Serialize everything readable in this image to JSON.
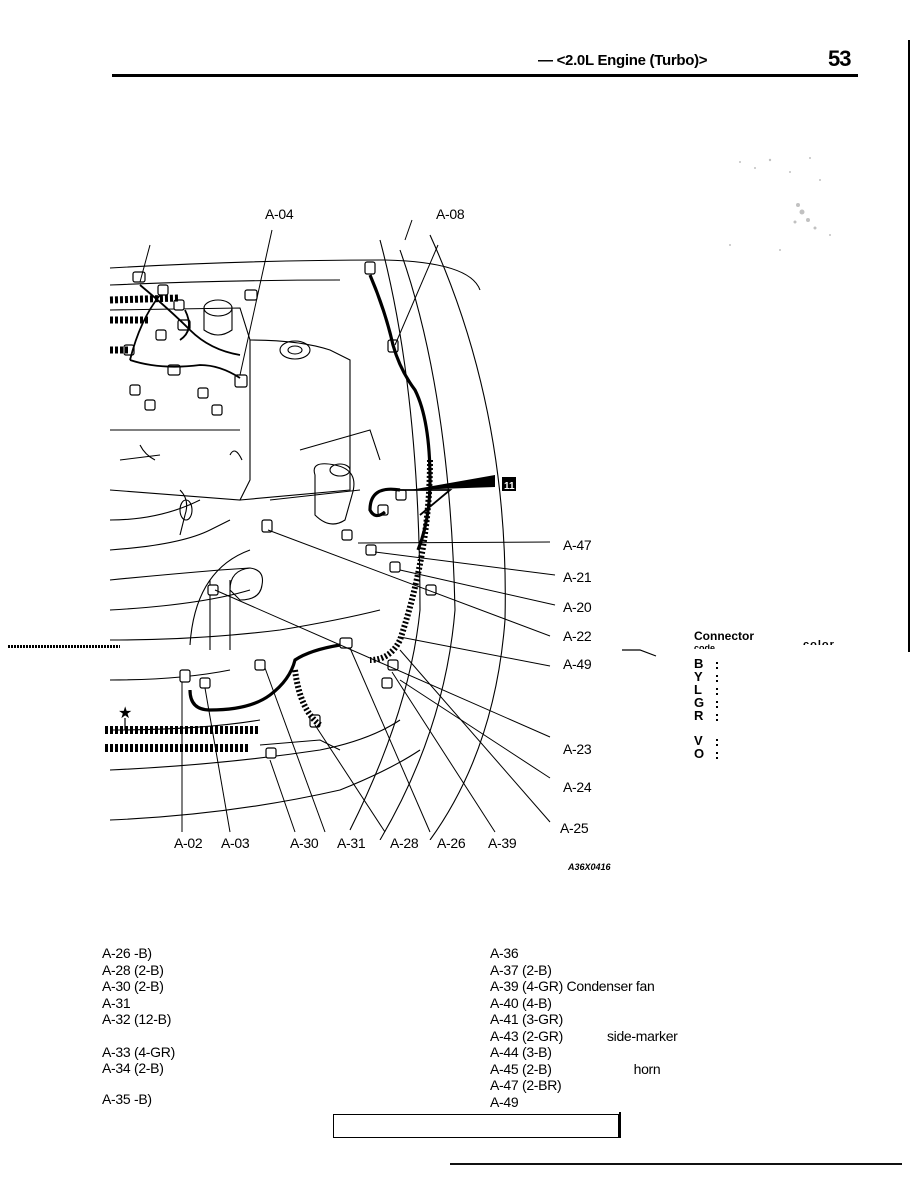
{
  "header": {
    "title": "— <2.0L Engine (Turbo)>",
    "page": "53"
  },
  "figure": {
    "callouts_top": [
      "A-04",
      "A-08"
    ],
    "callouts_right": [
      "A-47",
      "A-21",
      "A-20",
      "A-22",
      "A-49",
      "A-23",
      "A-24",
      "A-25"
    ],
    "callouts_bottom": [
      "A-02",
      "A-03",
      "A-30",
      "A-31",
      "A-28",
      "A-26",
      "A-39"
    ],
    "marker": "11",
    "star": "★",
    "code": "A36X0416"
  },
  "legend": {
    "title": "Connector",
    "subtitle": "code",
    "title_right": "color",
    "letters": [
      "B",
      "Y",
      "L",
      "G",
      "R",
      "V",
      "O"
    ]
  },
  "connectors_left": [
    "A-26   -B)",
    "A-28 (2-B)",
    "A-30 (2-B)",
    "A-31",
    "A-32 (12-B)",
    "",
    "A-33 (4-GR)",
    "A-34 (2-B)",
    "",
    "A-35   -B)"
  ],
  "connectors_right": [
    "A-36",
    "A-37 (2-B)",
    "A-39 (4-GR)",
    "A-40 (4-B)",
    "A-41 (3-GR)",
    "A-43 (2-GR)",
    "A-44 (3-B)",
    "A-45 (2-B)",
    "A-47 (2-BR)",
    "A-49"
  ],
  "connector_descriptions": {
    "a39": "Condenser fan",
    "a43": "side-marker",
    "a45": "horn"
  }
}
